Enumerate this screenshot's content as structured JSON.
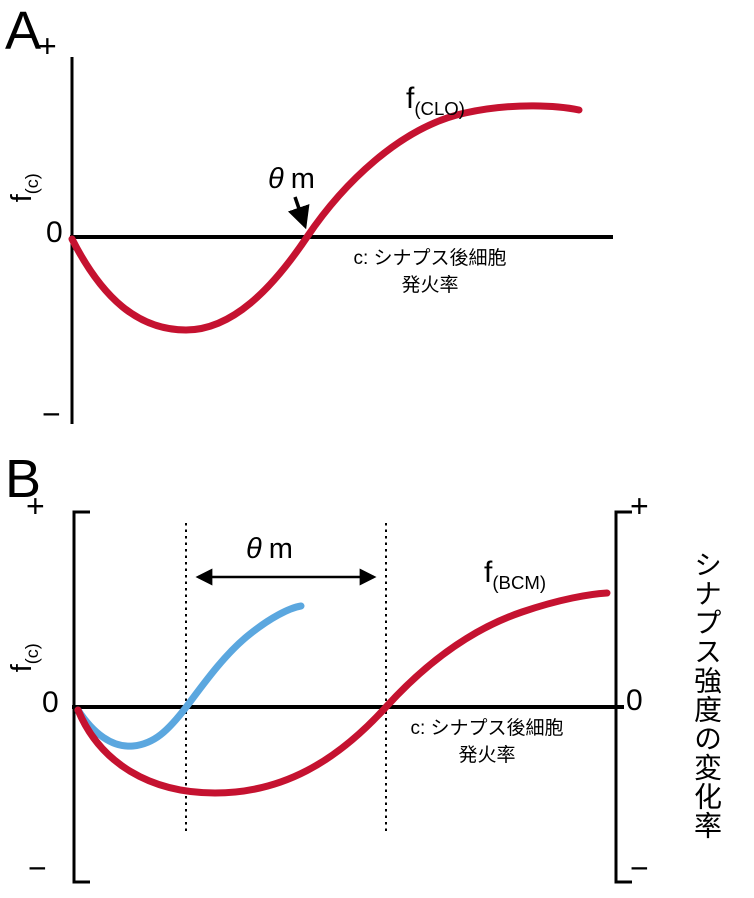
{
  "colors": {
    "curve_red": "#C51230",
    "curve_blue": "#5BA7DF",
    "axis": "#000000"
  },
  "panel_a": {
    "label": "A",
    "y_plus": "+",
    "y_zero": "0",
    "y_minus": "−",
    "y_label_main": "f",
    "y_label_sub": "(c)",
    "theta_symbol": "θ",
    "theta_unit": "m",
    "curve_label_main": "f",
    "curve_label_sub": "(CLO)",
    "x_caption_line1": "c: シナプス後細胞",
    "x_caption_line2": "発火率"
  },
  "panel_b": {
    "label": "B",
    "y_plus": "+",
    "y_zero": "0",
    "y_minus": "−",
    "y_label_main": "f",
    "y_label_sub": "(c)",
    "theta_symbol": "θ",
    "theta_unit": "m",
    "curve_label_main": "f",
    "curve_label_sub": "(BCM)",
    "x_caption_line1": "c: シナプス後細胞",
    "x_caption_line2": "発火率",
    "right_axis": {
      "plus": "+",
      "zero": "0",
      "minus": "−",
      "label": "シナプス強度の変化率"
    }
  }
}
